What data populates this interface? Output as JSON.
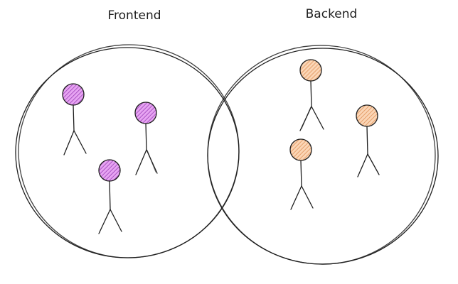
{
  "groups": [
    {
      "id": "frontend",
      "title": "Frontend",
      "member_count": 3,
      "member_color": "#c868e0",
      "hatch_color": "#9b3fb8"
    },
    {
      "id": "backend",
      "title": "Backend",
      "member_count": 3,
      "member_color": "#f5b98a",
      "hatch_color": "#d98a4f"
    }
  ],
  "style": {
    "stroke_color": "#1e1e1e",
    "background": "#ffffff"
  }
}
